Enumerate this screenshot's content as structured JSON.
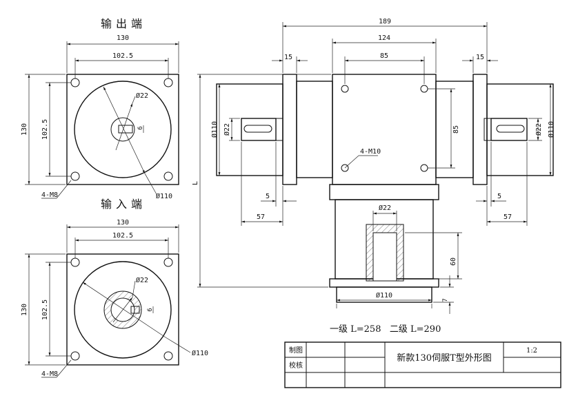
{
  "views": {
    "output": {
      "title": "输出端",
      "dims": {
        "width": "130",
        "bolt_span": "102.5",
        "height": "130",
        "bolt_span_v": "102.5",
        "shaft_dia": "Ø22",
        "key": "6",
        "pilot_dia": "Ø110",
        "bolts": "4-M8"
      }
    },
    "input": {
      "title": "输入端",
      "dims": {
        "width": "130",
        "bolt_span": "102.5",
        "height": "130",
        "bolt_span_v": "102.5",
        "bore_dia": "Ø22",
        "key": "6",
        "pilot_dia": "Ø110",
        "bolts": "4-M8"
      }
    },
    "side": {
      "dims": {
        "overall": "189",
        "body": "124",
        "hole_span": "85",
        "flange_left": "15",
        "flange_right": "15",
        "pilot_left": "Ø110",
        "shaft_left": "Ø22",
        "pilot_right": "Ø110",
        "shaft_right": "Ø22",
        "hole_span_v": "85",
        "tapped": "4-M10",
        "length": "L",
        "shoulder_left": "5",
        "shoulder_right": "5",
        "shaft_len_left": "57",
        "shaft_len_right": "57",
        "bore_dia": "Ø22",
        "bore_depth": "60",
        "base_pilot": "Ø110",
        "base_flange": "7"
      }
    }
  },
  "length_note": "一级 L=258   二级 L=290",
  "title_block": {
    "made": "制图",
    "checked": "校核",
    "title": "新款130伺服T型外形图",
    "scale": "1:2"
  }
}
